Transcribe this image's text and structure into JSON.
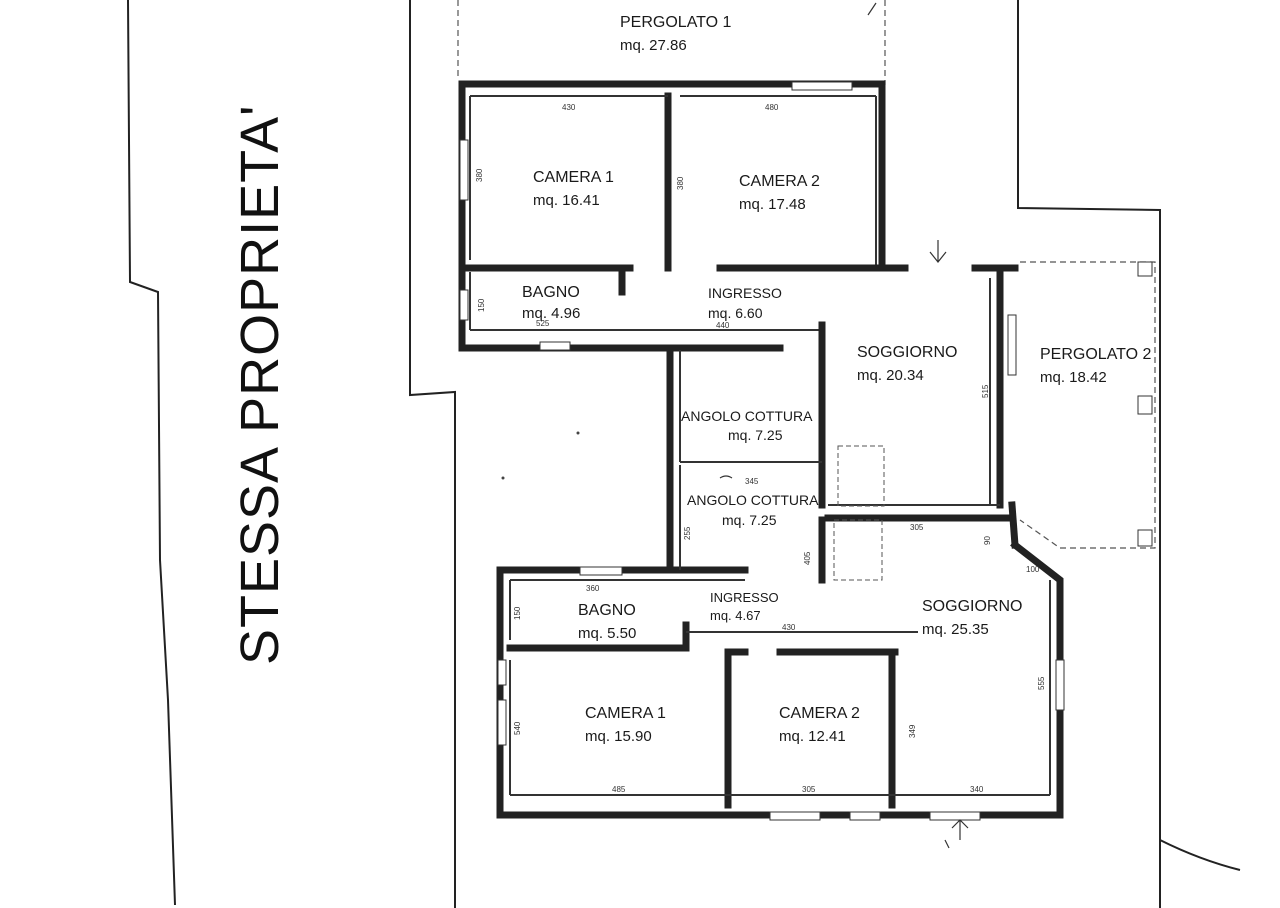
{
  "side_label": "STESSA PROPRIETA'",
  "rooms": {
    "pergolato1": {
      "name": "PERGOLATO 1",
      "area": "mq. 27.86"
    },
    "camera1_top": {
      "name": "CAMERA 1",
      "area": "mq. 16.41"
    },
    "camera2_top": {
      "name": "CAMERA 2",
      "area": "mq. 17.48"
    },
    "bagno_top": {
      "name": "BAGNO",
      "area": "mq. 4.96"
    },
    "ingresso_top": {
      "name": "INGRESSO",
      "area": "mq. 6.60"
    },
    "soggiorno_top": {
      "name": "SOGGIORNO",
      "area": "mq. 20.34"
    },
    "pergolato2": {
      "name": "PERGOLATO 2",
      "area": "mq. 18.42"
    },
    "angolo_cottura_top": {
      "name": "ANGOLO COTTURA",
      "area": "mq. 7.25"
    },
    "angolo_cottura_bottom": {
      "name": "ANGOLO COTTURA",
      "area": "mq. 7.25"
    },
    "bagno_bottom": {
      "name": "BAGNO",
      "area": "mq. 5.50"
    },
    "ingresso_bottom": {
      "name": "INGRESSO",
      "area": "mq. 4.67"
    },
    "soggiorno_bottom": {
      "name": "SOGGIORNO",
      "area": "mq. 25.35"
    },
    "camera1_bottom": {
      "name": "CAMERA 1",
      "area": "mq. 15.90"
    },
    "camera2_bottom": {
      "name": "CAMERA 2",
      "area": "mq. 12.41"
    }
  },
  "dimensions": {
    "d430": "430",
    "d480": "480",
    "d380a": "380",
    "d380b": "380",
    "d150": "150",
    "d525": "525",
    "d440": "440",
    "d515": "515",
    "d255": "255",
    "d345": "345",
    "d405": "405",
    "d305": "305",
    "d90": "90",
    "d100": "100",
    "d360": "360",
    "d150b": "150",
    "d430b": "430",
    "d540": "540",
    "d485": "485",
    "d305b": "305",
    "d340": "340",
    "d349": "349",
    "d555": "555"
  }
}
